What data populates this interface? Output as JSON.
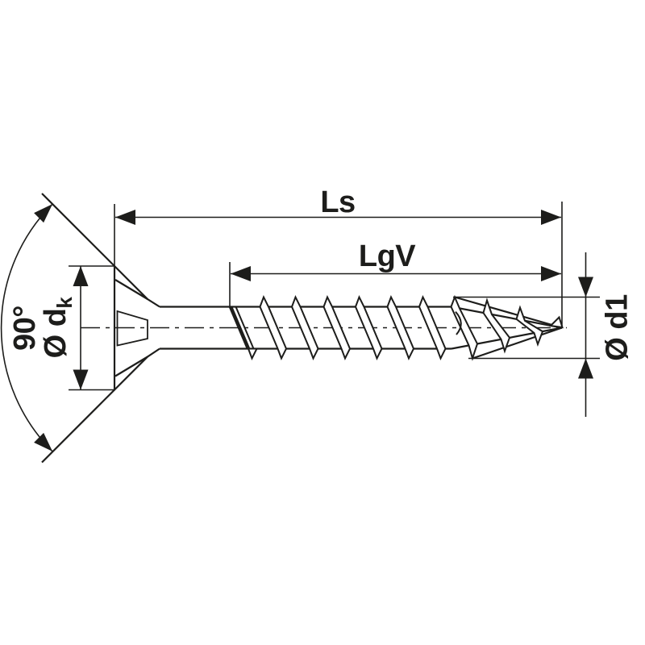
{
  "diagram": {
    "title": "countersunk-screw-dimension-drawing",
    "line_color": "#1d1d1b",
    "background": "#ffffff",
    "labels": {
      "total_length": "Ls",
      "thread_length": "LgV",
      "head_angle": "90°",
      "head_diameter": "Ø d",
      "head_diameter_subscript": "k",
      "thread_diameter": "Ø d1"
    }
  }
}
